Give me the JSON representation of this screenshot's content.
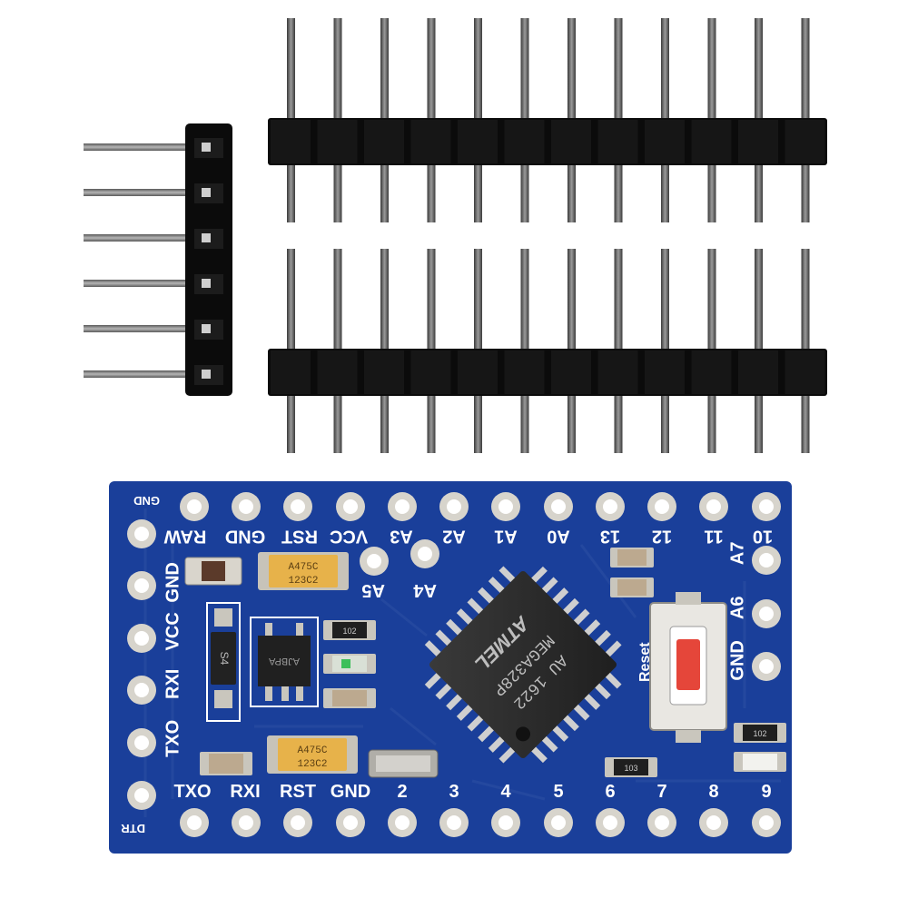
{
  "colors": {
    "background": "#ffffff",
    "pcb_blue": "#1a3f9a",
    "pcb_dark": "#102a6e",
    "silkscreen": "#ffffff",
    "gold_pad": "#c9c6bd",
    "header_plastic": "#0b0b0b",
    "pin_metal": "#6f6f6f",
    "chip_body": "#2b2b2b",
    "reset_button": "#e5463a",
    "cap_yellow": "#e7b24a"
  },
  "board": {
    "corner_labels": [
      "GND",
      "DTR"
    ],
    "top_row_labels": [
      "RAW",
      "GND",
      "RST",
      "VCC",
      "A3",
      "A2",
      "A1",
      "A0",
      "13",
      "12",
      "11",
      "10"
    ],
    "inner_labels": [
      "A5",
      "A4"
    ],
    "left_column_labels": [
      "GND",
      "VCC",
      "RXI",
      "TXO"
    ],
    "right_column_labels": [
      "A7",
      "A6",
      "GND"
    ],
    "bottom_row_labels": [
      "TXO",
      "RXI",
      "RST",
      "GND",
      "2",
      "3",
      "4",
      "5",
      "6",
      "7",
      "8",
      "9"
    ],
    "chip": {
      "brand": "ATMEL",
      "model": "MEGA328P",
      "code": "AU 1622"
    },
    "regulator_marking": "AJBPA",
    "diode_marking": "S4",
    "capacitor_marking_top": "A475C",
    "capacitor_marking_bottom": "123C2",
    "resistor_marking_a": "102",
    "resistor_marking_b": "103",
    "reset_label": "Reset"
  },
  "headers": {
    "angled_pin_count": 6,
    "straight_pin_count": 12,
    "straight_strip_count": 2
  }
}
